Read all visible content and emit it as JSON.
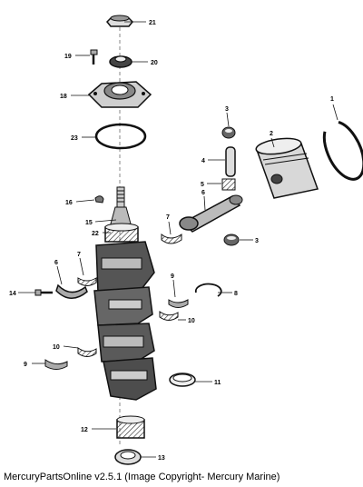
{
  "footer": "MercuryPartsOnline v2.5.1 (Image Copyright- Mercury Marine)",
  "callouts": {
    "c1": "1",
    "c2": "2",
    "c3a": "3",
    "c3b": "3",
    "c4": "4",
    "c5": "5",
    "c6a": "6",
    "c6b": "6",
    "c7a": "7",
    "c7b": "7",
    "c8": "8",
    "c9a": "9",
    "c9b": "9",
    "c10a": "10",
    "c10b": "10",
    "c11": "11",
    "c12": "12",
    "c13": "13",
    "c14": "14",
    "c15": "15",
    "c16": "16",
    "c18": "18",
    "c19": "19",
    "c20": "20",
    "c21": "21",
    "c22": "22",
    "c23": "23"
  }
}
